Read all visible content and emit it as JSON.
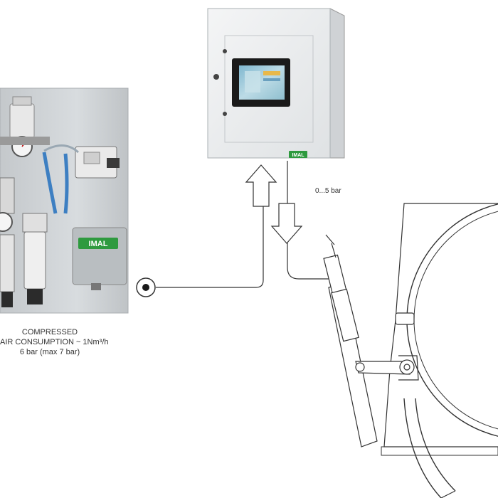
{
  "labels": {
    "compressed_line1": "COMPRESSED",
    "compressed_line2": "AIR CONSUMPTION ~ 1Nm³/h",
    "compressed_line3": "6 bar (max 7 bar)",
    "pressure_range": "0...5 bar"
  },
  "brand": {
    "logo_text": "IMAL",
    "logo_color": "#2e9a3f"
  },
  "colors": {
    "line": "#333333",
    "panel": "#cfd3d6",
    "cabinet": "#eef0f1",
    "screen_border": "#1a1a1a",
    "screen": "#9cc7d8",
    "tube": "#3d7fc2"
  }
}
